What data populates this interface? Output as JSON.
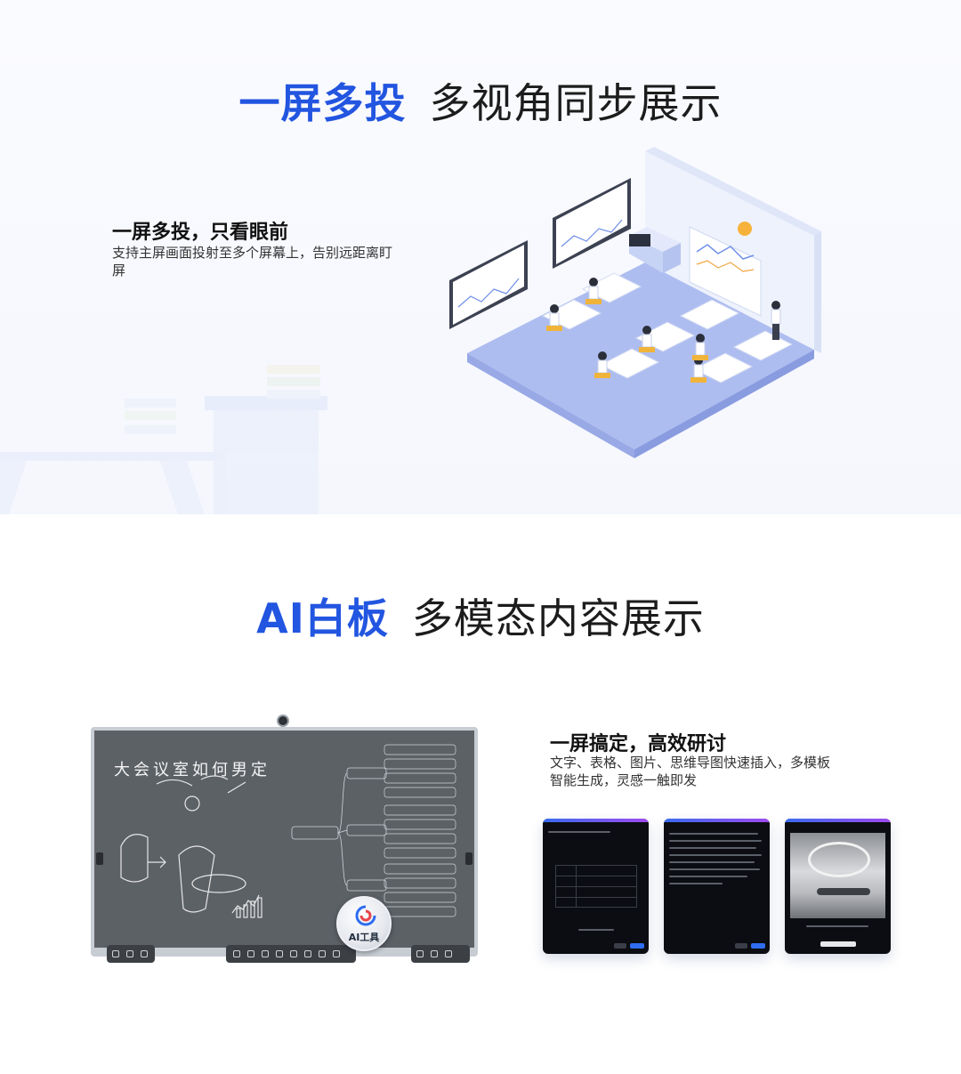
{
  "section1": {
    "headline_accent": "一屏多投",
    "headline_rest": "多视角同步展示",
    "feature_title": "一屏多投，只看眼前",
    "feature_desc": "支持主屏画面投射至多个屏幕上，告别远距离盯屏"
  },
  "section2": {
    "headline_accent": "AI白板",
    "headline_rest": "多模态内容展示",
    "feature_title": "一屏搞定，高效研讨",
    "feature_desc": "文字、表格、图片、思维导图快速插入，多模板智能生成，灵感一触即发",
    "whiteboard_title": "大会议室如何男定",
    "ai_tool_label": "AI工具"
  },
  "colors": {
    "accent": "#2255e0",
    "page_bg": "#f5f7fd",
    "board_screen": "#5c6166"
  }
}
